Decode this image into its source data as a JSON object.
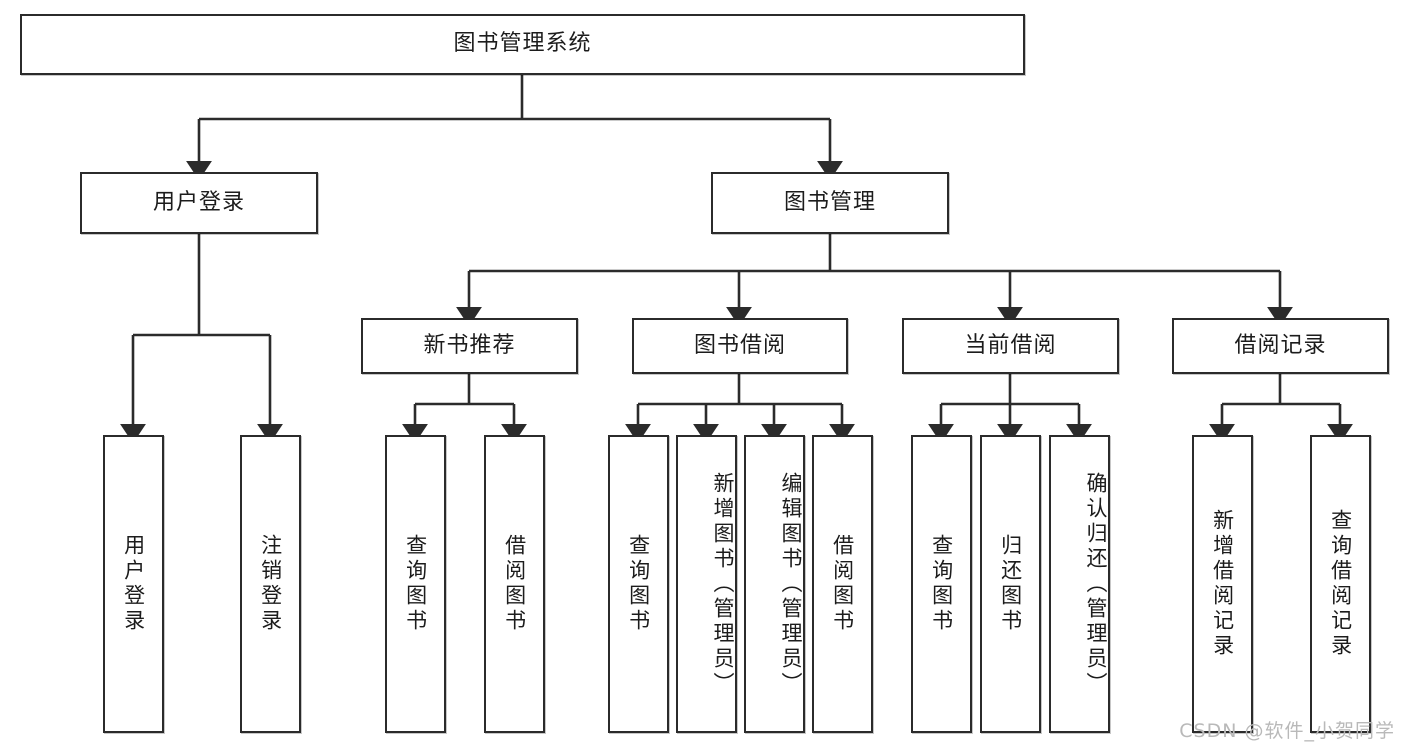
{
  "diagram": {
    "title": "图书管理系统",
    "type": "tree",
    "watermark": "CSDN @软件_小贺同学",
    "colors": {
      "box_border": "#2b2b2b",
      "box_fill": "#ffffff",
      "connector": "#2b2b2b",
      "text": "#1c1c1c",
      "watermark": "#b9b9b9"
    },
    "root": {
      "label": "图书管理系统"
    },
    "level2": [
      {
        "id": "user-login",
        "label": "用户登录"
      },
      {
        "id": "book-manage",
        "label": "图书管理"
      }
    ],
    "level3": [
      {
        "id": "new-book-recommend",
        "label": "新书推荐"
      },
      {
        "id": "book-borrow",
        "label": "图书借阅"
      },
      {
        "id": "current-borrow",
        "label": "当前借阅"
      },
      {
        "id": "borrow-record",
        "label": "借阅记录"
      }
    ],
    "leaves": {
      "user_login": [
        {
          "id": "leaf-user-login",
          "label": "用户登录"
        },
        {
          "id": "leaf-user-logout",
          "label": "注销登录"
        }
      ],
      "new_book_recommend": [
        {
          "id": "leaf-query-book-1",
          "label": "查询图书"
        },
        {
          "id": "leaf-borrow-book-1",
          "label": "借阅图书"
        }
      ],
      "book_borrow": [
        {
          "id": "leaf-query-book-2",
          "label": "查询图书"
        },
        {
          "id": "leaf-add-book",
          "label": "新增图书（管理员）"
        },
        {
          "id": "leaf-edit-book",
          "label": "编辑图书（管理员）"
        },
        {
          "id": "leaf-borrow-book-2",
          "label": "借阅图书"
        }
      ],
      "current_borrow": [
        {
          "id": "leaf-query-book-3",
          "label": "查询图书"
        },
        {
          "id": "leaf-return-book",
          "label": "归还图书"
        },
        {
          "id": "leaf-confirm-return",
          "label": "确认归还（管理员）"
        }
      ],
      "borrow_record": [
        {
          "id": "leaf-add-record",
          "label": "新增借阅记录"
        },
        {
          "id": "leaf-query-record",
          "label": "查询借阅记录"
        }
      ]
    }
  }
}
